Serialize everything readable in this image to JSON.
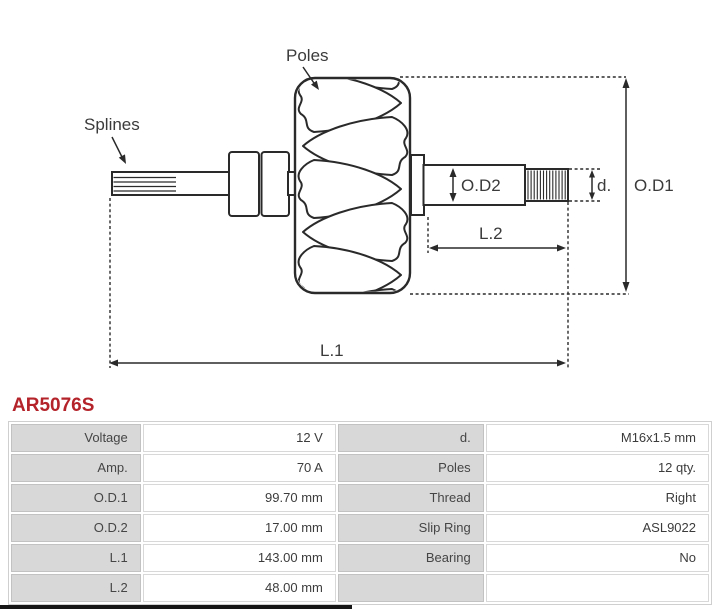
{
  "part_number": "AR5076S",
  "colors": {
    "accent_red": "#b4232a",
    "line": "#2a2a2a",
    "table_label_bg": "#d8d8d8"
  },
  "diagram": {
    "labels": {
      "poles": "Poles",
      "splines": "Splines",
      "od2": "O.D2",
      "d_small": "d.",
      "od1": "O.D1",
      "l2": "L.2",
      "l1": "L.1"
    }
  },
  "table": {
    "rows": [
      {
        "l1": "Voltage",
        "v1": "12 V",
        "l2": "d.",
        "v2": "M16x1.5 mm"
      },
      {
        "l1": "Amp.",
        "v1": "70 A",
        "l2": "Poles",
        "v2": "12 qty."
      },
      {
        "l1": "O.D.1",
        "v1": "99.70 mm",
        "l2": "Thread",
        "v2": "Right"
      },
      {
        "l1": "O.D.2",
        "v1": "17.00 mm",
        "l2": "Slip Ring",
        "v2": "ASL9022"
      },
      {
        "l1": "L.1",
        "v1": "143.00 mm",
        "l2": "Bearing",
        "v2": "No"
      },
      {
        "l1": "L.2",
        "v1": "48.00 mm",
        "l2": "",
        "v2": ""
      }
    ]
  }
}
